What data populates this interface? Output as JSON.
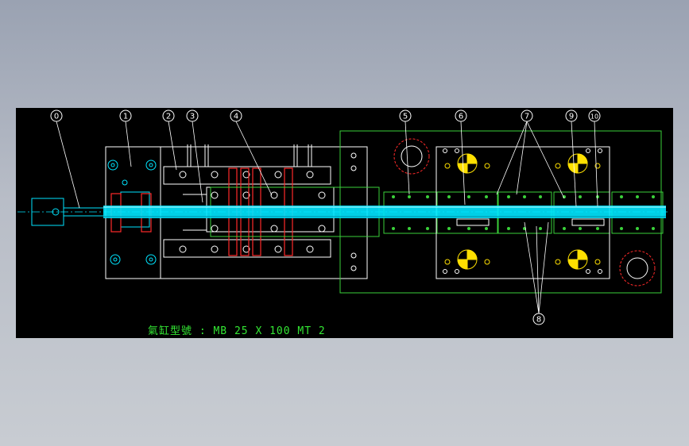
{
  "balloons": [
    "0",
    "1",
    "2",
    "3",
    "4",
    "5",
    "6",
    "7",
    "9",
    "10",
    "8"
  ],
  "cylinder_note": "氣缸型號 : MB 25 X 100 MT 2",
  "colors": {
    "background": "#000000",
    "outline": "#ffffff",
    "frame": "#3ad13a",
    "strip": "#00e5ff",
    "center_mark": "#ffe000",
    "punch": "#ff2a2a",
    "leader": "#ffffff",
    "note_text": "#33e633"
  }
}
